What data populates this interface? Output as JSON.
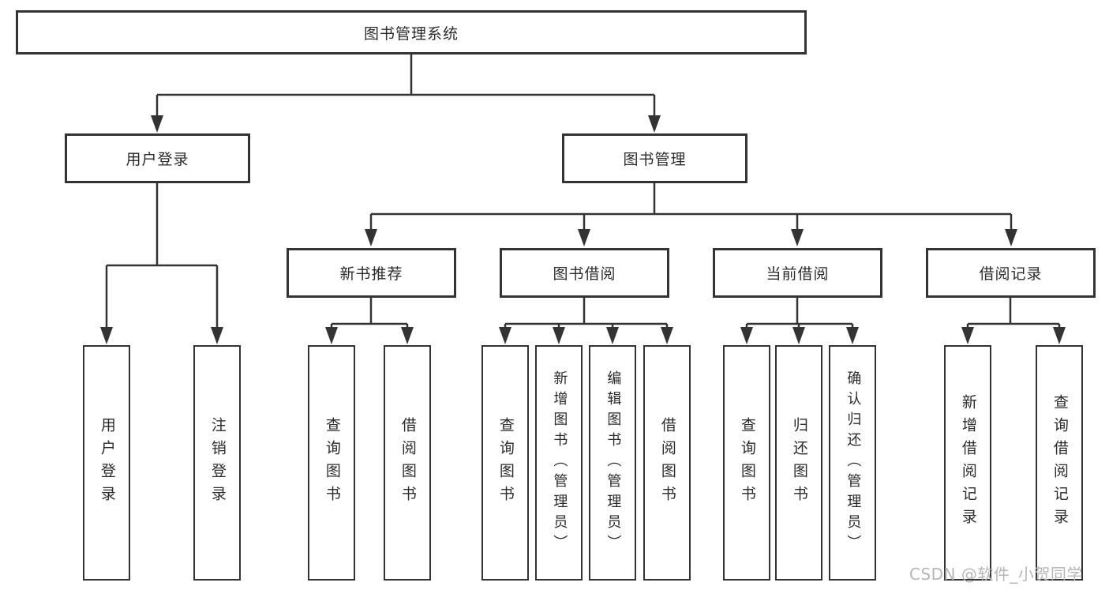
{
  "tree": {
    "label": "图书管理系统",
    "children": [
      {
        "label": "用户登录",
        "children": [
          {
            "label": "用户登录"
          },
          {
            "label": "注销登录"
          }
        ]
      },
      {
        "label": "图书管理",
        "children": [
          {
            "label": "新书推荐",
            "children": [
              {
                "label": "查询图书"
              },
              {
                "label": "借阅图书"
              }
            ]
          },
          {
            "label": "图书借阅",
            "children": [
              {
                "label": "查询图书"
              },
              {
                "label": "新增图书（管理员）"
              },
              {
                "label": "编辑图书（管理员）"
              },
              {
                "label": "借阅图书"
              }
            ]
          },
          {
            "label": "当前借阅",
            "children": [
              {
                "label": "查询图书"
              },
              {
                "label": "归还图书"
              },
              {
                "label": "确认归还（管理员）"
              }
            ]
          },
          {
            "label": "借阅记录",
            "children": [
              {
                "label": "新增借阅记录"
              },
              {
                "label": "查询借阅记录"
              }
            ]
          }
        ]
      }
    ]
  },
  "watermark": "CSDN @软件_小贺同学",
  "colors": {
    "line": "#333333",
    "box_border": "#333333",
    "text": "#2b2b2b",
    "background": "#ffffff",
    "watermark": "#b3b7bb"
  }
}
